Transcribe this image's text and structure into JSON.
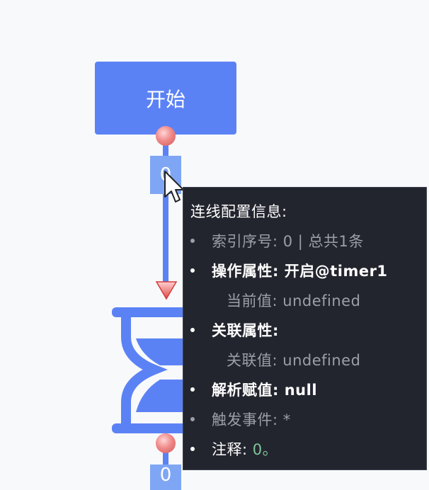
{
  "start_node": {
    "label": "开始"
  },
  "edge": {
    "index_label": "0",
    "bottom_index_label": "0"
  },
  "tooltip": {
    "title": "连线配置信息:",
    "index": {
      "label": "索引序号:",
      "value": "0 | 总共1条"
    },
    "operation": {
      "label": "操作属性:",
      "value": "开启@timer1"
    },
    "current": {
      "label": "当前值:",
      "value": "undefined"
    },
    "relation": {
      "label": "关联属性:"
    },
    "relation_value": {
      "label": "关联值:",
      "value": "undefined"
    },
    "parse": {
      "label": "解析赋值:",
      "value": "null"
    },
    "trigger": {
      "label": "触发事件:",
      "value": "*"
    },
    "comment": {
      "label": "注释:",
      "value": "0。"
    }
  },
  "colors": {
    "node_blue": "#5b82f5",
    "label_blue": "#7fa6f5",
    "tooltip_bg": "#23252e",
    "port_red": "#d25656",
    "comment_green": "#7ec699"
  },
  "icons": [
    "hourglass-timer-icon",
    "arrow-head-icon",
    "mouse-cursor-icon"
  ]
}
